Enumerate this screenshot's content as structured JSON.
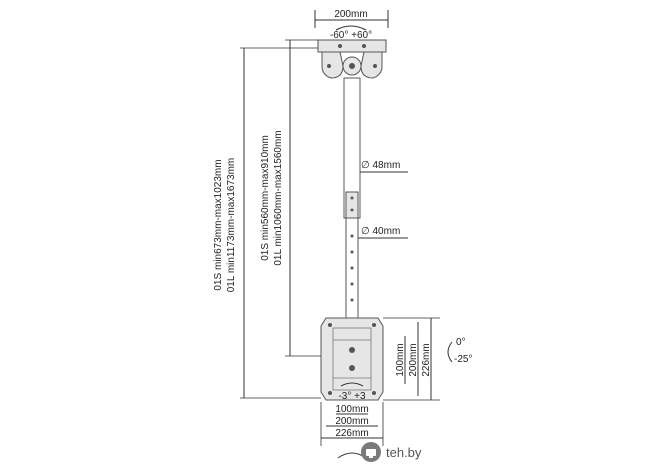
{
  "dimensions": {
    "top_plate_width": "200mm",
    "top_rotation": "-60° +60°",
    "pole_upper_diameter": "∅ 48mm",
    "pole_lower_diameter": "∅ 40mm",
    "total_height_01s": "01S min673mm-max1023mm",
    "total_height_01l": "01L min1173mm-max1673mm",
    "pole_length_01s": "01S min560mm-max910mm",
    "pole_length_01l": "01L min1060mm-max1560mm",
    "vesa_v_100": "100mm",
    "vesa_v_200": "200mm",
    "vesa_v_226": "226mm",
    "tilt_top": "0°",
    "tilt_bottom": "-25°",
    "swivel": "-3° +3",
    "vesa_h_100": "100mm",
    "vesa_h_200": "200mm",
    "vesa_h_226": "226mm"
  },
  "watermark": {
    "text": "teh.by"
  },
  "colors": {
    "line": "#333333",
    "metal": "#e6e6e6",
    "stroke": "#555555",
    "brand": "#7a7a7a"
  }
}
